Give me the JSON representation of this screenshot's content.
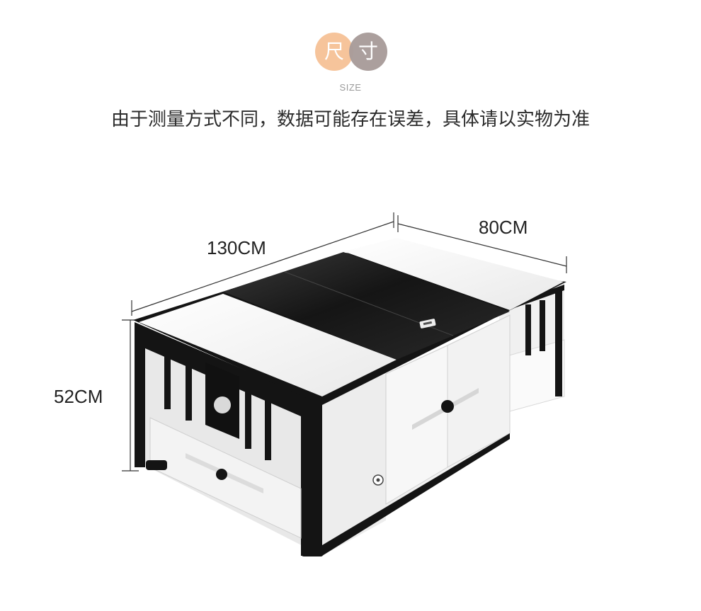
{
  "header": {
    "badge_left": "尺",
    "badge_right": "寸",
    "subtitle": "SIZE",
    "note": "由于测量方式不同，数据可能存在误差，具体请以实物为准"
  },
  "dimensions": {
    "length": "130CM",
    "width": "80CM",
    "height": "52CM"
  },
  "colors": {
    "badge_left": "#f6c49b",
    "badge_right": "#a89c9a",
    "frame": "#141414",
    "glass_top": "#1b1b1b",
    "white_panel": "#f4f4f4"
  }
}
